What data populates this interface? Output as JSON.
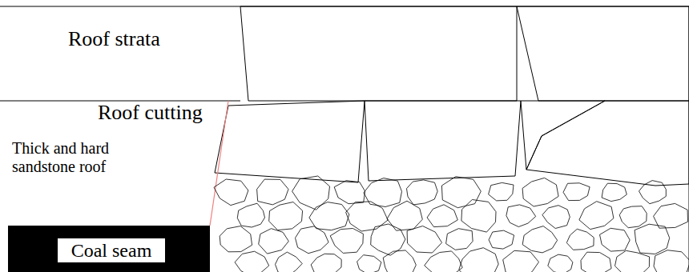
{
  "diagram": {
    "nodes": [
      {
        "text": [
          "Coal seam"
        ]
      }
    ],
    "labels": [
      "Roof strata",
      "Roof cutting",
      "Thick and hard sandstone roof"
    ]
  }
}
